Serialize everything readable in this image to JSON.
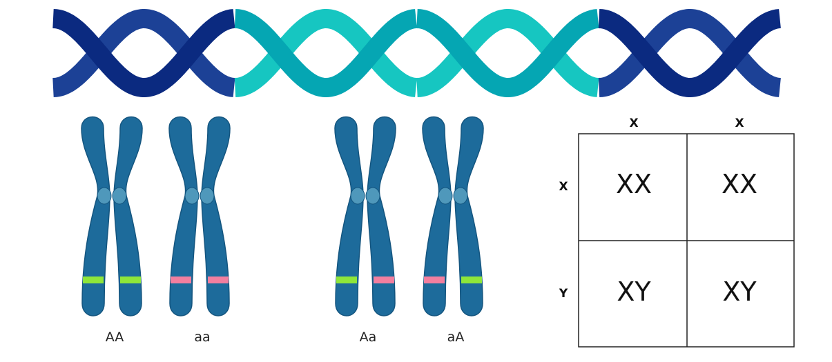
{
  "colors": {
    "helix_dark_a": "#0b2a80",
    "helix_dark_b": "#1c4196",
    "helix_teal_a": "#05a6b3",
    "helix_teal_b": "#16c6c1",
    "chromatid": "#1d6b9b",
    "chromatid_edge": "#14557f",
    "centromere": "#4f98bb",
    "allele_dominant": "#8ee63a",
    "allele_recessive": "#f27f9f"
  },
  "chromosome_pairs": [
    {
      "label": "AA",
      "alleles": [
        "dominant",
        "dominant"
      ]
    },
    {
      "label": "aa",
      "alleles": [
        "recessive",
        "recessive"
      ]
    },
    {
      "label": "Aa",
      "alleles": [
        "dominant",
        "recessive"
      ]
    },
    {
      "label": "aA",
      "alleles": [
        "recessive",
        "dominant"
      ]
    }
  ],
  "punnett": {
    "col_headers": [
      "X",
      "X"
    ],
    "row_headers": [
      "X",
      "Y"
    ],
    "cells": [
      [
        "XX",
        "XX"
      ],
      [
        "XY",
        "XY"
      ]
    ]
  }
}
